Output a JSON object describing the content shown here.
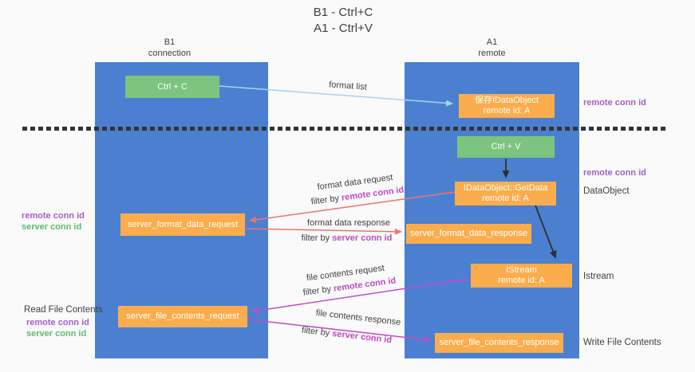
{
  "title": {
    "line1": "B1 - Ctrl+C",
    "line2": "A1 - Ctrl+V"
  },
  "lanes": [
    {
      "header_line1": "B1",
      "header_line2": "connection"
    },
    {
      "header_line1": "A1",
      "header_line2": "remote"
    }
  ],
  "nodes": {
    "ctrl_c": "Ctrl + C",
    "save_idataobject_line1": "保存IDataObject",
    "save_idataobject_line2": "remote id: A",
    "ctrl_v": "Ctrl + V",
    "getdata_line1": "IDataObject::GetData",
    "getdata_line2": "remote id: A",
    "format_request": "server_format_data_request",
    "format_response": "server_format_data_response",
    "istream_line1": "IStream",
    "istream_line2": "remote id: A",
    "file_request": "server_file_contents_request",
    "file_response": "server_file_contents_response"
  },
  "flow_labels": {
    "format_list": "format list",
    "filter_by": "filter by ",
    "format_data_request": "format data request",
    "format_data_response": "format data response",
    "file_contents_request": "file contents request",
    "file_contents_response": "file contents response",
    "remote_conn_id": "remote conn id",
    "server_conn_id": "server conn id"
  },
  "side_labels": {
    "remote_conn_id": "remote conn id",
    "server_conn_id": "server conn id",
    "read_file_contents": "Read File Contents",
    "write_file_contents": "Write File Contents",
    "dataobject": "DataObject",
    "istream": "Istream"
  },
  "colors": {
    "lane_blue": "#4b80d1",
    "node_orange": "#fbad4d",
    "node_green": "#7cc47f",
    "arrow_lightblue": "#a9d2f0",
    "arrow_salmon": "#e8766b",
    "arrow_magenta": "#c44bc8",
    "arrow_black": "#2f2f2f",
    "label_purple": "#a85cc8",
    "label_green": "#5cbb6b",
    "label_magenta": "#bd4ac4",
    "text_dark": "#3f3f3f",
    "bg": "#fafafa"
  }
}
